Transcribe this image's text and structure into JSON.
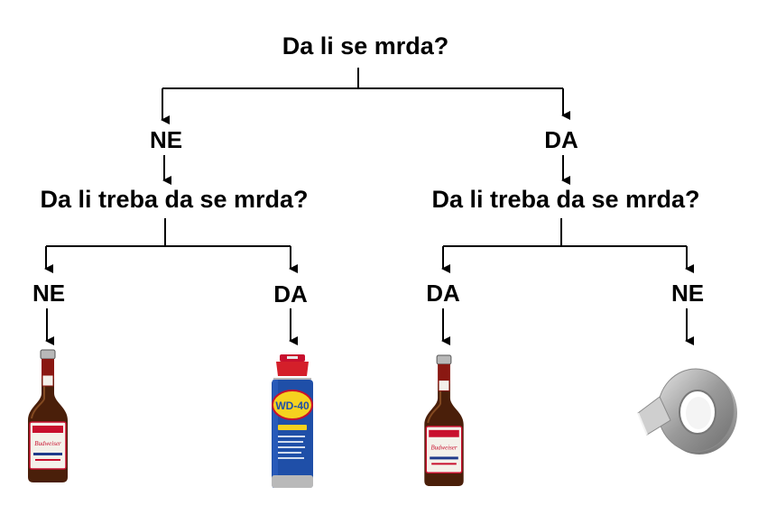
{
  "root": {
    "question": "Da li se mrda?"
  },
  "left": {
    "answer": "NE",
    "question": "Da li treba da se mrda?",
    "outcomes": [
      {
        "answer": "NE",
        "icon": "beer-bottle-icon"
      },
      {
        "answer": "DA",
        "icon": "wd40-can-icon"
      }
    ]
  },
  "right": {
    "answer": "DA",
    "question": "Da li treba da se mrda?",
    "outcomes": [
      {
        "answer": "DA",
        "icon": "beer-bottle-icon"
      },
      {
        "answer": "NE",
        "icon": "duct-tape-icon"
      }
    ]
  },
  "brand": {
    "beer": "Budweiser",
    "can": "WD-40"
  }
}
